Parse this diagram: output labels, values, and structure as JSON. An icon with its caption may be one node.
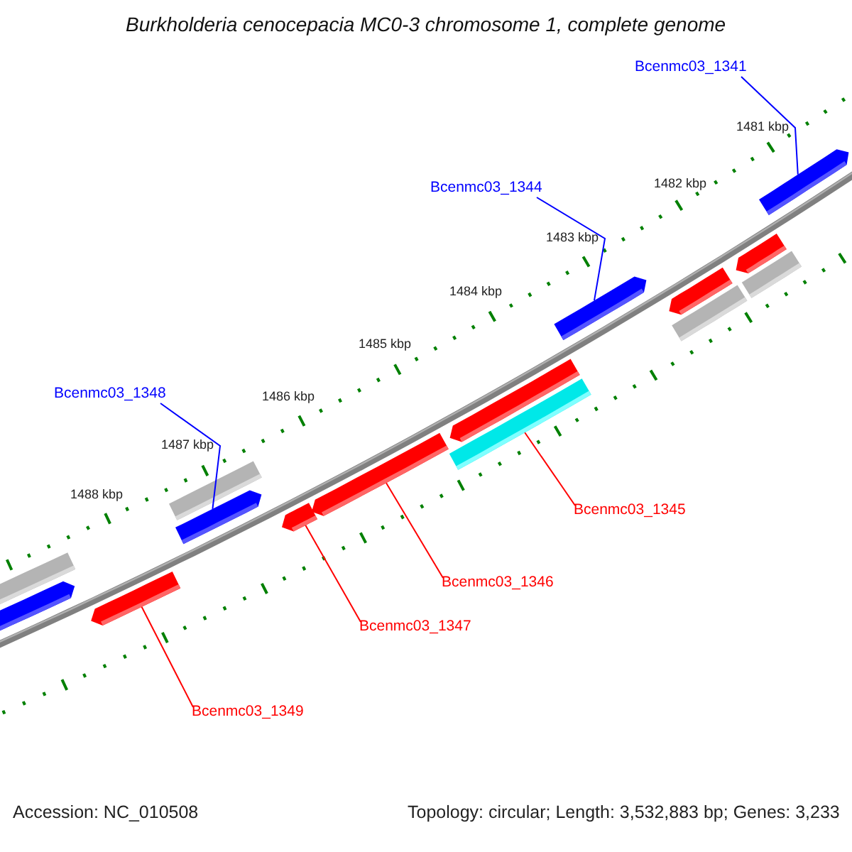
{
  "diagram": {
    "title": "Burkholderia cenocepacia MC0-3 chromosome 1, complete genome",
    "nodes": [
      {
        "text": [
          "Bcenmc03_1341"
        ]
      },
      {
        "text": [],
        "shape": "bar"
      },
      {
        "text": [
          "Bcenmc03_1344"
        ]
      },
      {
        "text": [],
        "shape": "bar"
      },
      {
        "text": [
          "Bcenmc03_1348"
        ]
      },
      {
        "text": [],
        "shape": "bar"
      },
      {
        "text": [
          "Bcenmc03_1345"
        ]
      },
      {
        "text": [],
        "shape": "bar"
      },
      {
        "text": [
          "Bcenmc03_1346"
        ]
      },
      {
        "text": [],
        "shape": "bar"
      },
      {
        "text": [
          "Bcenmc03_1347"
        ]
      },
      {
        "text": [],
        "shape": "bar"
      },
      {
        "text": [
          "Bcenmc03_1349"
        ]
      },
      {
        "text": [],
        "shape": "bar"
      }
    ],
    "edges": [
      {
        "from": 0,
        "to": 1,
        "arrow": "none",
        "color": "#0000ff"
      },
      {
        "from": 2,
        "to": 3,
        "arrow": "none",
        "color": "#0000ff"
      },
      {
        "from": 4,
        "to": 5,
        "arrow": "none",
        "color": "#0000ff"
      },
      {
        "from": 6,
        "to": 7,
        "arrow": "none"
      },
      {
        "from": 8,
        "to": 9,
        "arrow": "none"
      },
      {
        "from": 10,
        "to": 11,
        "arrow": "none"
      },
      {
        "from": 12,
        "to": 13,
        "arrow": "none"
      }
    ],
    "labels": [
      "1481 kbp",
      "1482 kbp",
      "1483 kbp",
      "1484 kbp",
      "1485 kbp",
      "1486 kbp",
      "1487 kbp",
      "1488 kbp",
      "Accession: NC_010508",
      "Topology: circular; Length: 3,532,883 bp; Genes: 3,233"
    ]
  }
}
